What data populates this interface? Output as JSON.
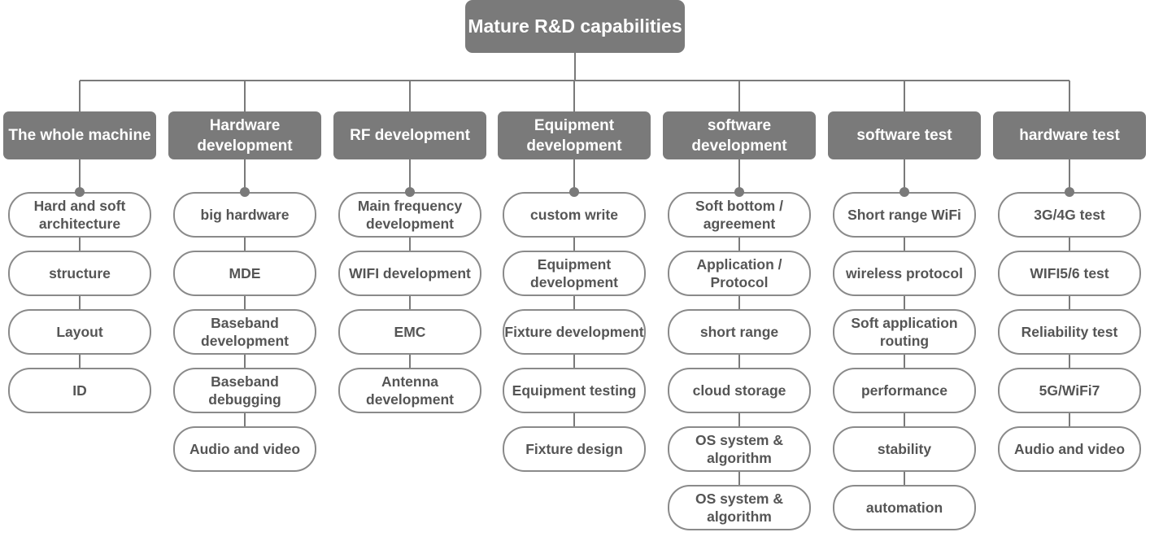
{
  "root": {
    "title": "Mature R&D capabilities"
  },
  "colors": {
    "box_fill": "#7a7a7a",
    "box_text": "#ffffff",
    "item_border": "#8a8a8a",
    "item_text": "#555555",
    "line": "#7a7a7a"
  },
  "categories": [
    {
      "label": "The whole machine",
      "items": [
        "Hard and soft architecture",
        "structure",
        "Layout",
        "ID"
      ]
    },
    {
      "label": "Hardware development",
      "items": [
        "big hardware",
        "MDE",
        "Baseband development",
        "Baseband debugging",
        "Audio and video"
      ]
    },
    {
      "label": "RF development",
      "items": [
        "Main frequency development",
        "WIFI development",
        "EMC",
        "Antenna development"
      ]
    },
    {
      "label": "Equipment development",
      "items": [
        "custom write",
        "Equipment development",
        "Fixture development",
        "Equipment testing",
        "Fixture design"
      ]
    },
    {
      "label": "software development",
      "items": [
        "Soft bottom / agreement",
        "Application / Protocol",
        "short range",
        "cloud storage",
        "OS system & algorithm",
        "OS system & algorithm"
      ]
    },
    {
      "label": "software test",
      "items": [
        "Short range WiFi",
        "wireless protocol",
        "Soft application routing",
        "performance",
        "stability",
        "automation"
      ]
    },
    {
      "label": "hardware test",
      "items": [
        "3G/4G test",
        "WIFI5/6 test",
        "Reliability test",
        "5G/WiFi7",
        "Audio and video"
      ]
    }
  ]
}
